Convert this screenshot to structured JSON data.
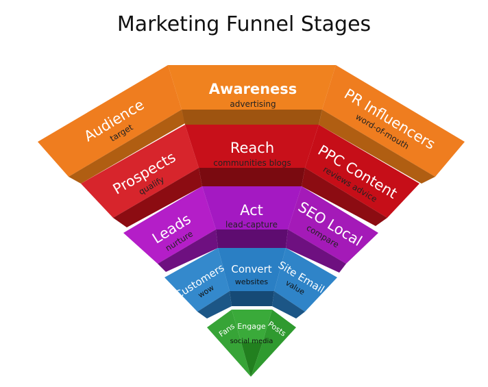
{
  "title": "Marketing Funnel Stages",
  "colors": {
    "tier1": "#ef7d1f",
    "tier2": "#d1141c",
    "tier3": "#b21dc9",
    "tier4": "#2f84c8",
    "tier5": "#3aa33a"
  },
  "tiers": [
    {
      "center": {
        "label": "Awareness",
        "sub": "advertising"
      },
      "left": {
        "label": "Audience",
        "sub": "target"
      },
      "right": {
        "label": "PR Influencers",
        "sub": "word-of-mouth"
      }
    },
    {
      "center": {
        "label": "Reach",
        "sub": "communities blogs"
      },
      "left": {
        "label": "Prospects",
        "sub": "qualify"
      },
      "right": {
        "label": "PPC Content",
        "sub": "reviews advice"
      }
    },
    {
      "center": {
        "label": "Act",
        "sub": "lead-capture"
      },
      "left": {
        "label": "Leads",
        "sub": "nurture"
      },
      "right": {
        "label": "SEO Local",
        "sub": "compare"
      }
    },
    {
      "center": {
        "label": "Convert",
        "sub": "websites"
      },
      "left": {
        "label": "Customers",
        "sub": "wow"
      },
      "right": {
        "label": "Site Email",
        "sub": "value"
      }
    },
    {
      "center": {
        "label": "Engage",
        "sub": "social media"
      },
      "left": {
        "label": "Fans"
      },
      "right": {
        "label": "Posts"
      }
    }
  ]
}
